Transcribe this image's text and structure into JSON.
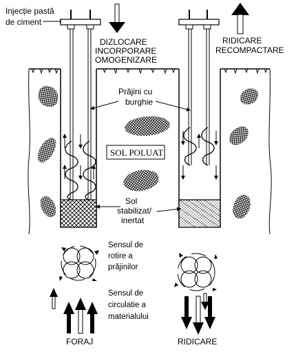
{
  "labels": {
    "injection_l1": "Injecție pastă",
    "injection_l2": "de ciment",
    "dislocation_l1": "DIZLOCARE",
    "dislocation_l2": "INCORPORARE",
    "dislocation_l3": "OMOGENIZARE",
    "lift_l1": "RIDICARE",
    "lift_l2": "RECOMPACTARE",
    "augers_l1": "Prăjini cu",
    "augers_l2": "burghie",
    "polluted_soil": "SOL POLUAT",
    "stabilized_l1": "Sol",
    "stabilized_l2": "stabilizat/",
    "stabilized_l3": "inertat",
    "rotation_l1": "Sensul de",
    "rotation_l2": "rotire a",
    "rotation_l3": "prăjinilor",
    "circulation_l1": "Sensul de",
    "circulation_l2": "circulatie a",
    "circulation_l3": "materialului",
    "drilling": "FORAJ",
    "lifting": "RIDICARE"
  },
  "colors": {
    "ink": "#000000",
    "background": "#ffffff"
  },
  "icons": [
    "down-arrow-icon",
    "up-arrow-icon",
    "rotation-circle-icon"
  ]
}
